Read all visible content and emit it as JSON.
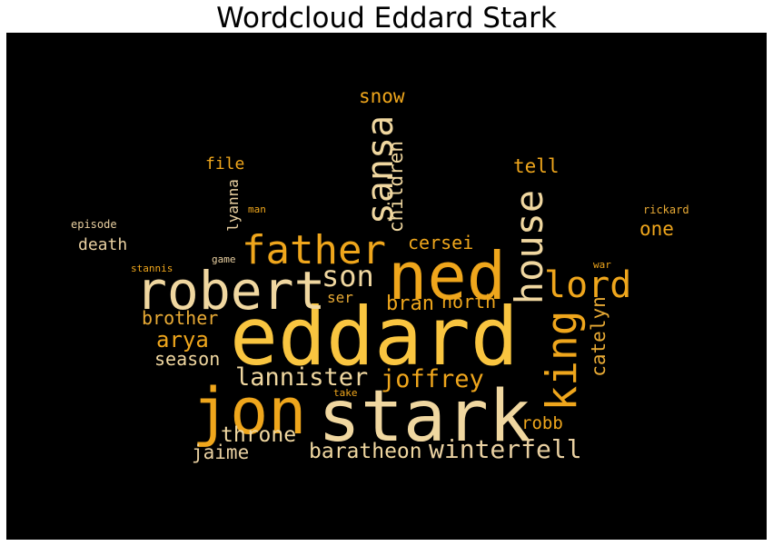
{
  "title": "Wordcloud Eddard Stark",
  "palette": {
    "background": "#000000",
    "bright": "#f9c540",
    "gold": "#efa61c",
    "amber": "#e8aa35",
    "cream": "#f0d7a0",
    "pale": "#e9d0a1"
  },
  "words": [
    {
      "id": "eddard",
      "text": "eddard"
    },
    {
      "id": "ned",
      "text": "ned"
    },
    {
      "id": "stark",
      "text": "stark"
    },
    {
      "id": "jon",
      "text": "jon"
    },
    {
      "id": "robert",
      "text": "robert"
    },
    {
      "id": "father",
      "text": "father"
    },
    {
      "id": "sansa",
      "text": "sansa"
    },
    {
      "id": "house",
      "text": "house"
    },
    {
      "id": "king",
      "text": "king"
    },
    {
      "id": "lord",
      "text": "lord"
    },
    {
      "id": "son",
      "text": "son"
    },
    {
      "id": "winterfell",
      "text": "winterfell"
    },
    {
      "id": "lannister",
      "text": "lannister"
    },
    {
      "id": "joffrey",
      "text": "joffrey"
    },
    {
      "id": "baratheon",
      "text": "baratheon"
    },
    {
      "id": "throne",
      "text": "throne"
    },
    {
      "id": "arya",
      "text": "arya"
    },
    {
      "id": "brother",
      "text": "brother"
    },
    {
      "id": "cersei",
      "text": "cersei"
    },
    {
      "id": "bran",
      "text": "bran"
    },
    {
      "id": "north",
      "text": "north"
    },
    {
      "id": "catelyn",
      "text": "catelyn"
    },
    {
      "id": "children",
      "text": "children"
    },
    {
      "id": "season",
      "text": "season"
    },
    {
      "id": "jaime",
      "text": "jaime"
    },
    {
      "id": "robb",
      "text": "robb"
    },
    {
      "id": "snow",
      "text": "snow"
    },
    {
      "id": "tell",
      "text": "tell"
    },
    {
      "id": "one",
      "text": "one"
    },
    {
      "id": "death",
      "text": "death"
    },
    {
      "id": "file",
      "text": "file"
    },
    {
      "id": "lyanna",
      "text": "lyanna"
    },
    {
      "id": "ser",
      "text": "ser"
    },
    {
      "id": "episode",
      "text": "episode"
    },
    {
      "id": "man",
      "text": "man"
    },
    {
      "id": "rickard",
      "text": "rickard"
    },
    {
      "id": "stannis",
      "text": "stannis"
    },
    {
      "id": "game",
      "text": "game"
    },
    {
      "id": "war",
      "text": "war"
    },
    {
      "id": "take",
      "text": "take"
    }
  ]
}
